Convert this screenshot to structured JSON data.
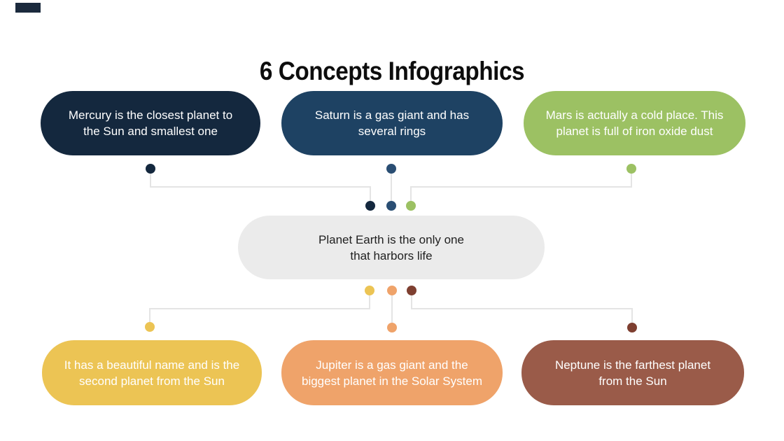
{
  "theme": {
    "background": "#ffffff",
    "connector_color": "#e4e4e4",
    "title_color": "#0d0d0d",
    "corner_block_color": "#1b2a3d"
  },
  "title": {
    "text": "6 Concepts Infographics"
  },
  "center_concept": {
    "name": "earth",
    "text": "Planet Earth is the only one\nthat harbors life",
    "bg": "#ebebeb",
    "text_color": "#212121",
    "dots_above": [
      "#14283e",
      "#2a4e73",
      "#9cc163"
    ],
    "dots_below": [
      "#ecc454",
      "#efa36a",
      "#7e3f30"
    ]
  },
  "concepts": [
    {
      "name": "mercury",
      "position": "top-left",
      "text": "Mercury is the closest planet to\nthe Sun and smallest one",
      "bg": "#14283e",
      "text_color": "#ffffff",
      "dot_color": "#14283e"
    },
    {
      "name": "saturn",
      "position": "top-center",
      "text": "Saturn is a gas giant and has\nseveral rings",
      "bg": "#1e4263",
      "text_color": "#ffffff",
      "dot_color": "#2a4e73"
    },
    {
      "name": "mars",
      "position": "top-right",
      "text": "Mars is actually a cold place. This\nplanet is full of iron oxide dust",
      "bg": "#9cc163",
      "text_color": "#ffffff",
      "dot_color": "#9cc163"
    },
    {
      "name": "venus",
      "position": "bottom-left",
      "text": "It has a beautiful name and is the\nsecond planet from the Sun",
      "bg": "#ecc454",
      "text_color": "#ffffff",
      "dot_color": "#ecc454"
    },
    {
      "name": "jupiter",
      "position": "bottom-center",
      "text": "Jupiter is a gas giant and the\nbiggest planet in the Solar System",
      "bg": "#efa36a",
      "text_color": "#ffffff",
      "dot_color": "#efa36a"
    },
    {
      "name": "neptune",
      "position": "bottom-right",
      "text": "Neptune is the farthest planet\nfrom the Sun",
      "bg": "#9a5b49",
      "text_color": "#ffffff",
      "dot_color": "#7e3f30"
    }
  ]
}
